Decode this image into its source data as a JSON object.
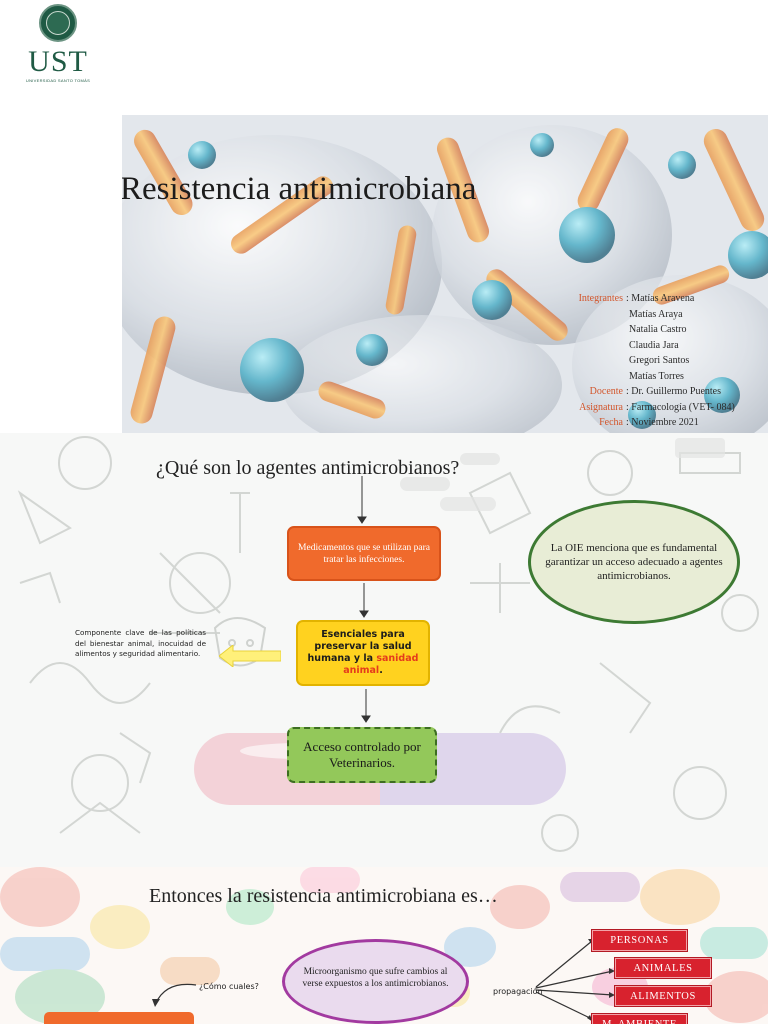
{
  "logo": {
    "text": "UST",
    "subtitle": "UNIVERSIDAD SANTO TOMÁS"
  },
  "slide1": {
    "title": "Resistencia antimicrobiana",
    "credits": [
      {
        "label": "Integrantes",
        "value": "Matías Aravena"
      },
      {
        "label": "",
        "value": "Matías Araya"
      },
      {
        "label": "",
        "value": "Natalia Castro"
      },
      {
        "label": "",
        "value": "Claudia Jara"
      },
      {
        "label": "",
        "value": "Gregori Santos"
      },
      {
        "label": "",
        "value": "Matías Torres"
      },
      {
        "label": "Docente",
        "value": "Dr. Guillermo Puentes"
      },
      {
        "label": "Asignatura",
        "value": "Farmacología (VET- 084)"
      },
      {
        "label": "Fecha",
        "value": "Noviembre 2021"
      }
    ]
  },
  "slide2": {
    "title": "¿Qué son lo agentes antimicrobianos?",
    "box_orange": "Medicamentos que se utilizan para tratar las infecciones.",
    "box_yellow": {
      "part1": "Esenciales para preservar la salud humana y la ",
      "highlight": "sanidad animal",
      "part2": "."
    },
    "box_green": "Acceso controlado por Veterinarios.",
    "oval": "La OIE menciona que es fundamental garantizar un acceso adecuado a agentes antimicrobianos.",
    "side_text": "Componente clave de las políticas del bienestar animal, inocuidad de alimentos y seguridad alimentario."
  },
  "slide3": {
    "title": "Entonces la resistencia antimicrobiana es…",
    "question": "¿Cómo cuales?",
    "micro_oval": "Microorganismo que sufre cambios al verse expuestos a los antimicrobianos.",
    "propagation": "propagación",
    "tags": [
      "PERSONAS",
      "ANIMALES",
      "ALIMENTOS",
      "M. AMBIENTE"
    ]
  },
  "colors": {
    "brand_green": "#1f5a44",
    "accent_orange": "#f06a2c",
    "accent_yellow": "#ffd21f",
    "accent_green": "#93c85a",
    "tag_red": "#d8222e",
    "oval_purple": "#a23aa0"
  }
}
